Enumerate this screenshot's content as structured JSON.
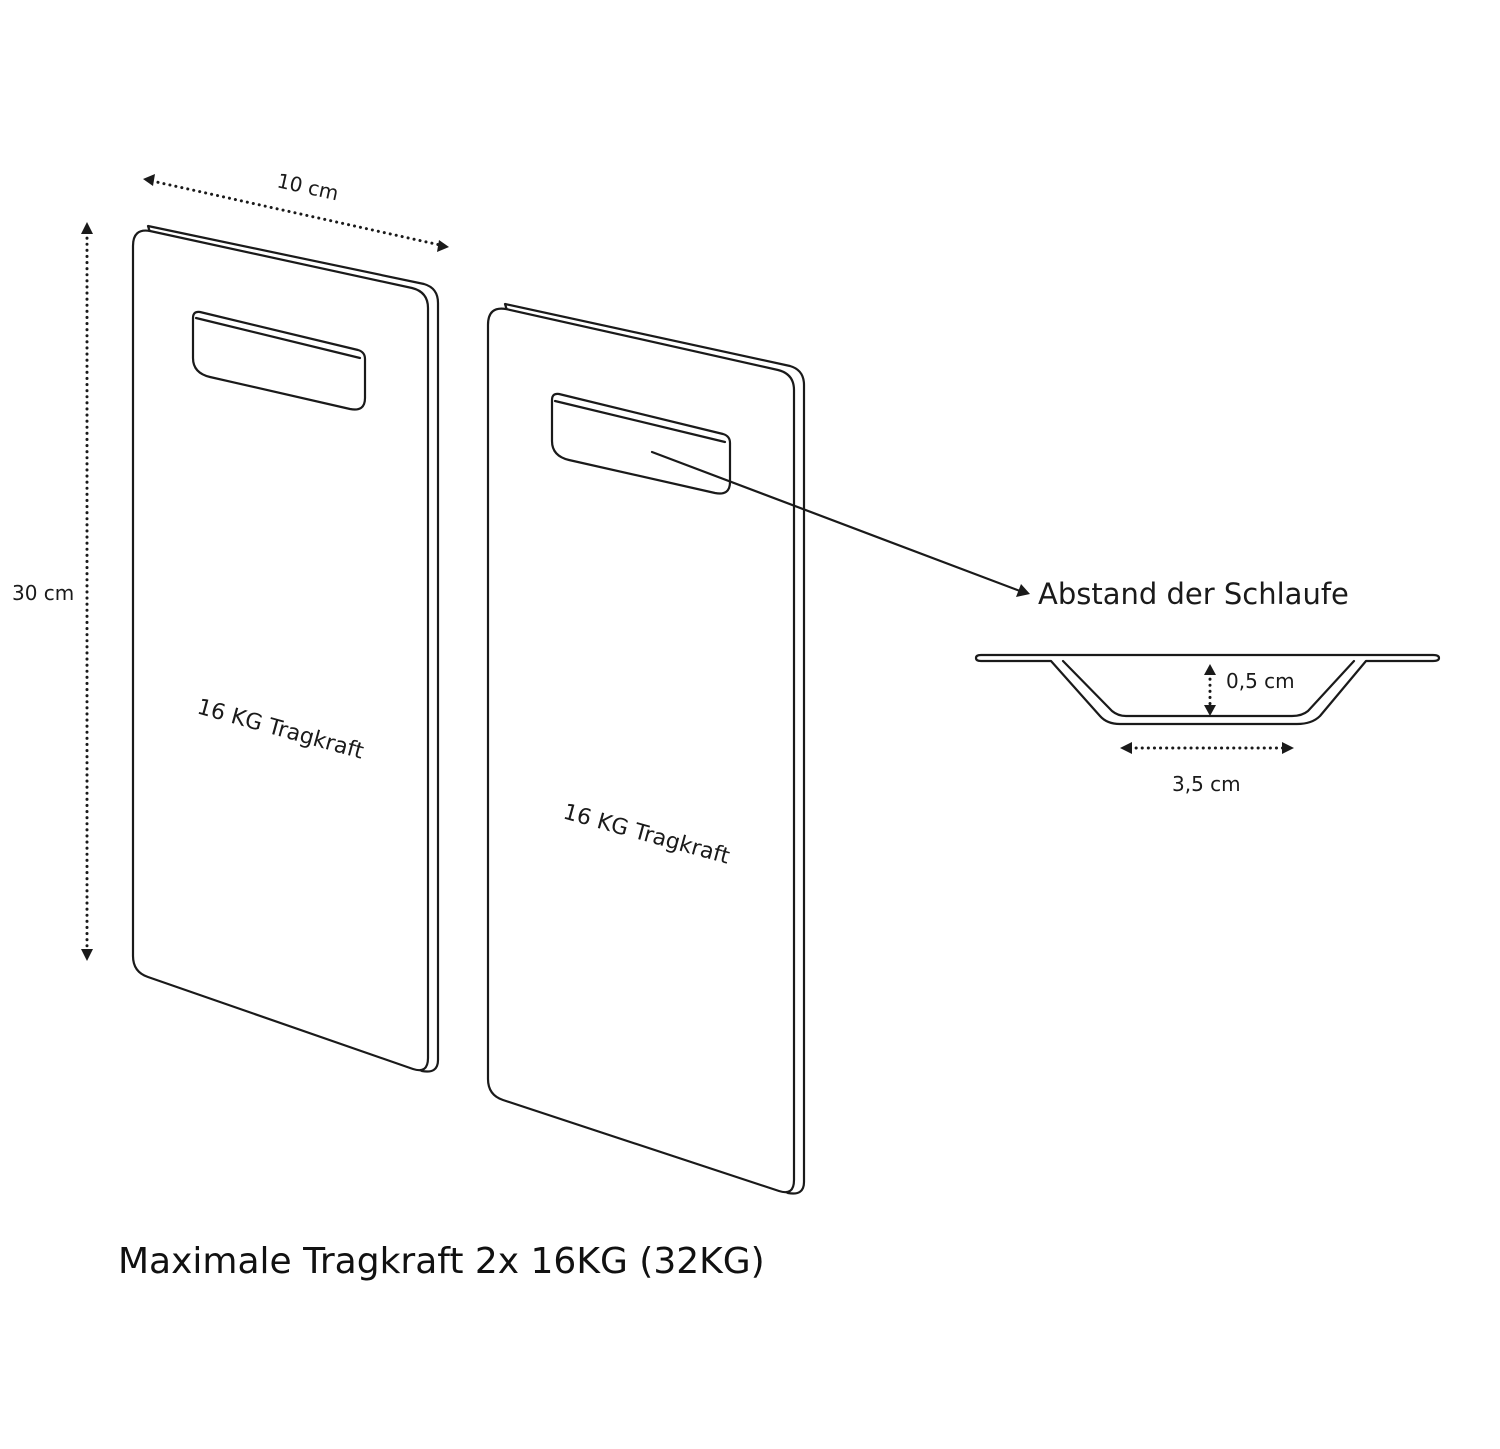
{
  "dimensions": {
    "width_label": "10 cm",
    "height_label": "30 cm",
    "loop_depth_label": "0,5 cm",
    "loop_width_label": "3,5 cm"
  },
  "panels": [
    {
      "load_label": "16 KG Tragkraft"
    },
    {
      "load_label": "16 KG Tragkraft"
    }
  ],
  "callout": {
    "label": "Abstand der Schlaufe"
  },
  "footer": {
    "title": "Maximale Tragkraft 2x 16KG (32KG)"
  }
}
